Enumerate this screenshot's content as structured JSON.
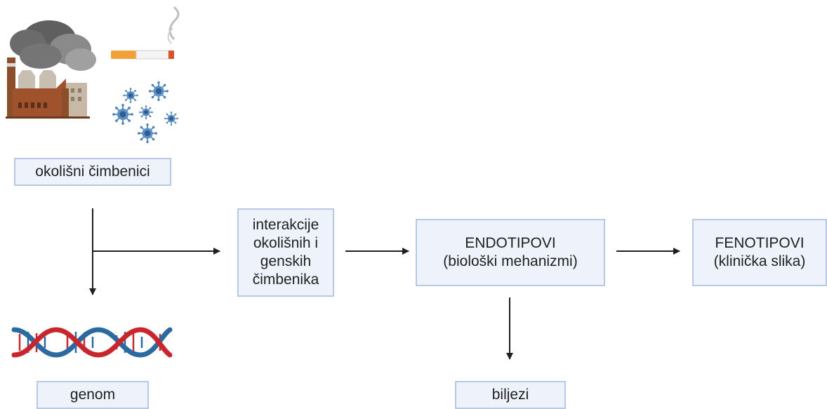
{
  "boxes": {
    "environment": "okolišni čimbenici",
    "genome": "genom",
    "interaction": [
      "interakcije",
      "okolišnih i",
      "genskih",
      "čimbenika"
    ],
    "endotypes": [
      "ENDOTIPOVI",
      "(biološki mehanizmi)"
    ],
    "phenotypes": [
      "FENOTIPOVI",
      "(klinička slika)"
    ],
    "markers": "biljezi"
  },
  "icons": [
    "factory-icon",
    "cigarette-icon",
    "virus-icon",
    "dna-icon"
  ],
  "colors": {
    "box_fill": "#eef3fb",
    "box_border": "#b8c9e6",
    "arrow": "#1f1f1f",
    "dna_red": "#c9252c",
    "dna_blue": "#2a6aa0",
    "virus_blue": "#4a7fb5",
    "smoke": "#6f6f6f"
  }
}
